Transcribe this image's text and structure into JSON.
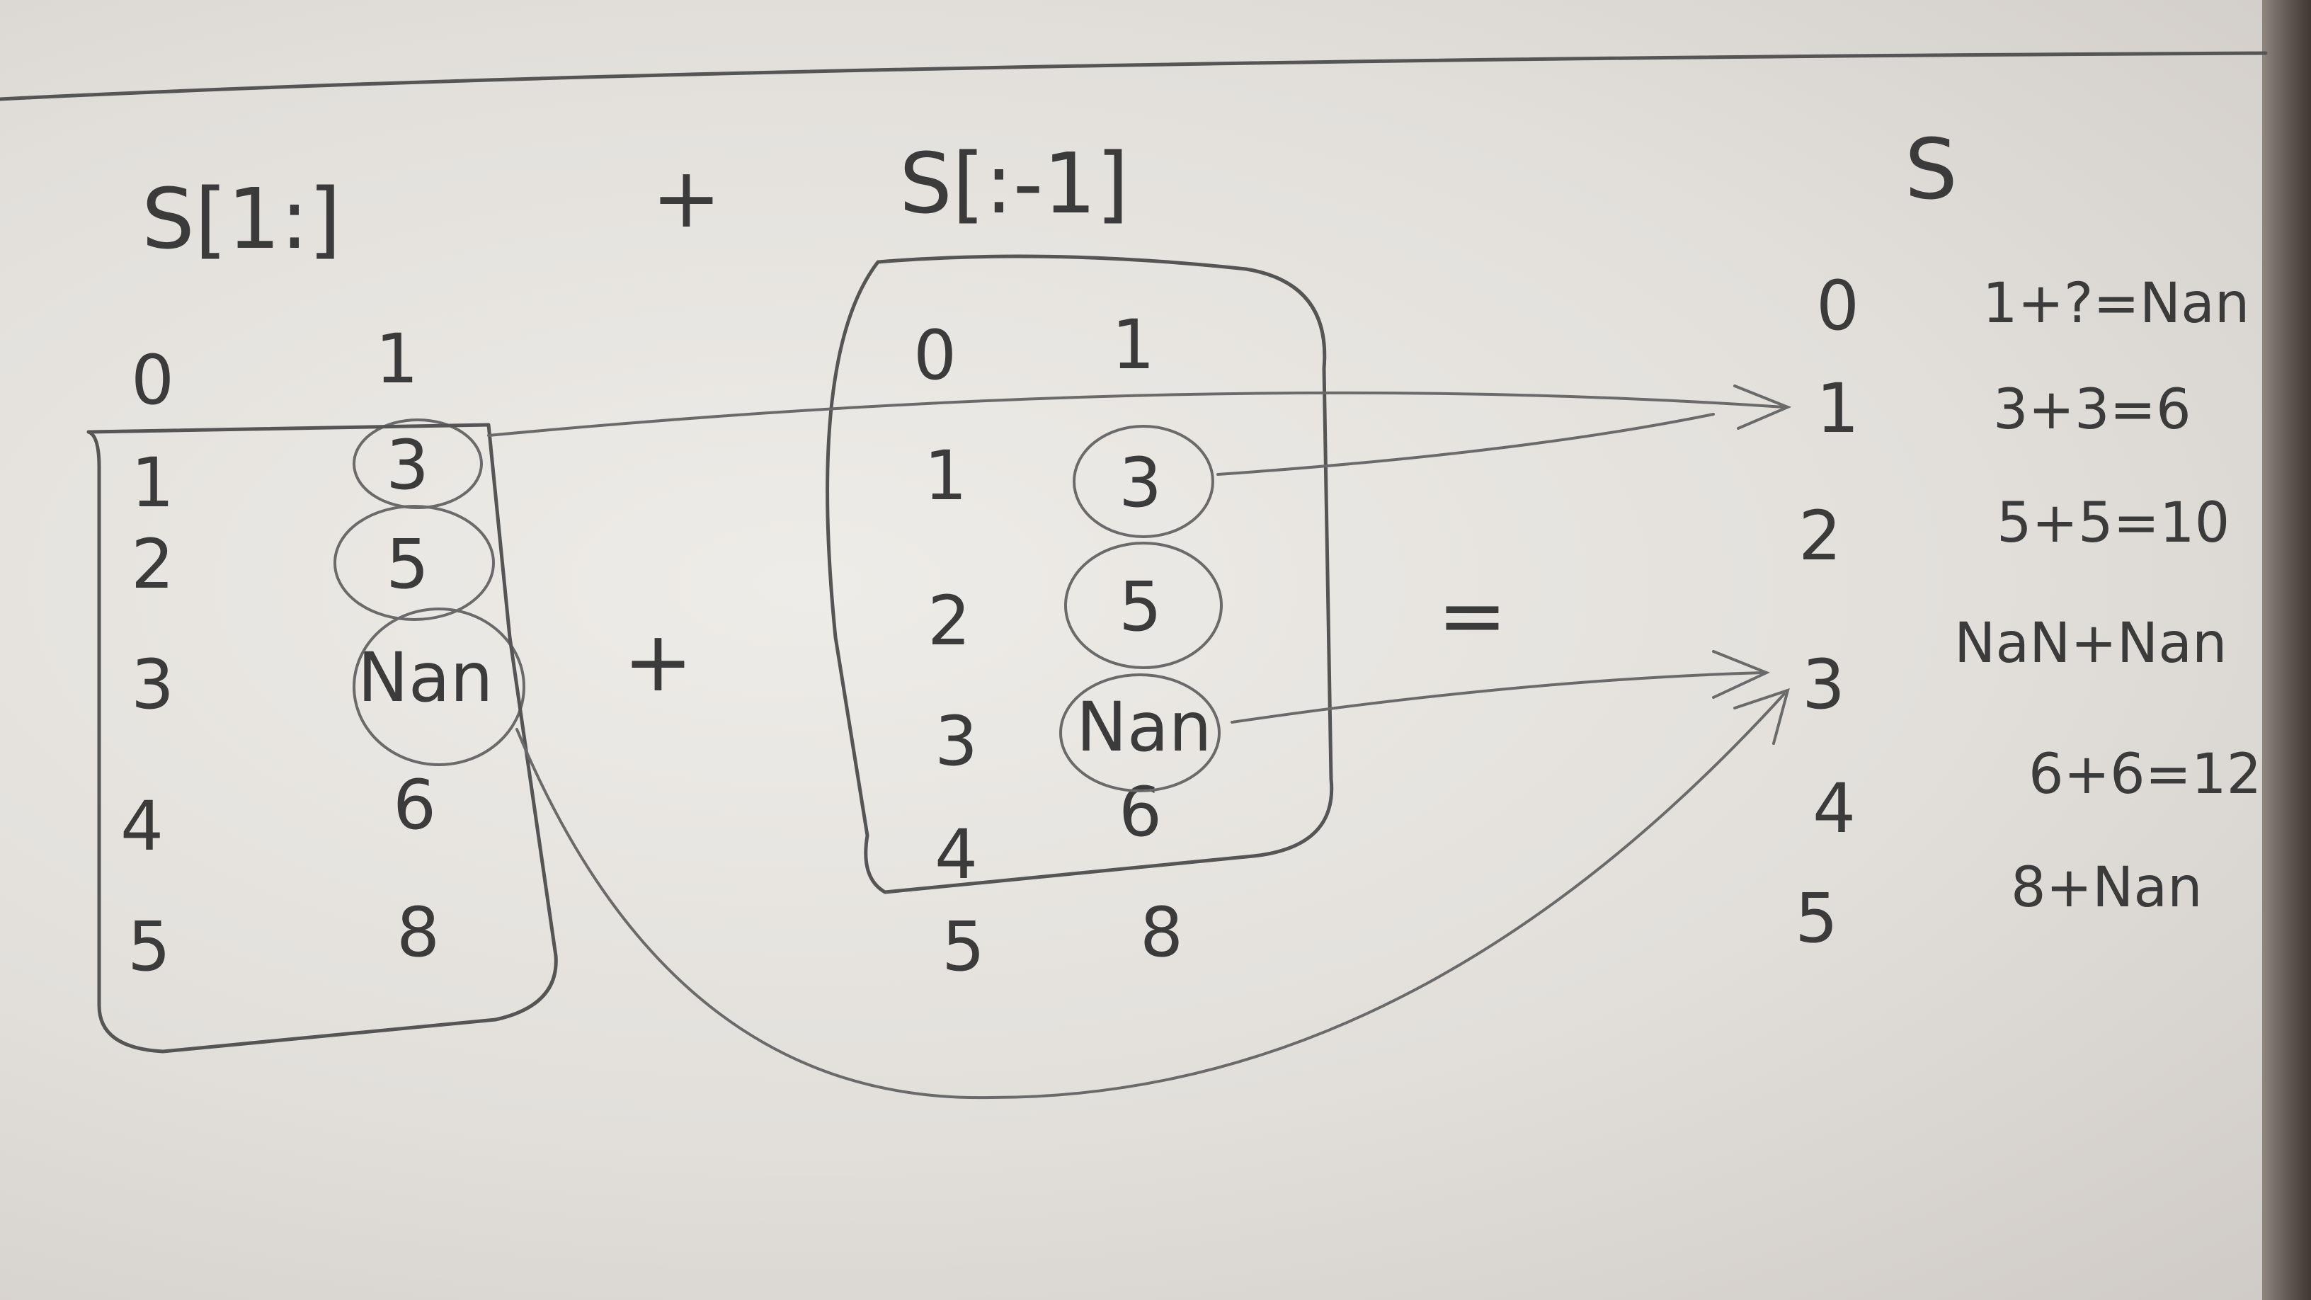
{
  "headers": {
    "left": "S[1:]",
    "plus_top": "+",
    "middle": "S[:-1]",
    "right": "S"
  },
  "left_series": {
    "index": [
      "0",
      "1",
      "2",
      "3",
      "4",
      "5"
    ],
    "values": [
      "1",
      "3",
      "5",
      "Nan",
      "6",
      "8"
    ]
  },
  "middle_series": {
    "index": [
      "0",
      "1",
      "2",
      "3",
      "4",
      "5"
    ],
    "values": [
      "1",
      "3",
      "5",
      "Nan",
      "6",
      "8"
    ]
  },
  "operators": {
    "plus_mid": "+",
    "equals": "="
  },
  "result": {
    "index": [
      "0",
      "1",
      "2",
      "3",
      "4",
      "5"
    ],
    "expressions": [
      "1+?=Nan",
      "3+3=6",
      "5+5=10",
      "NaN+Nan",
      "6+6=12",
      "8+Nan"
    ]
  },
  "colors": {
    "ink": "#3b3b3b",
    "paper": "#e6e3df"
  }
}
